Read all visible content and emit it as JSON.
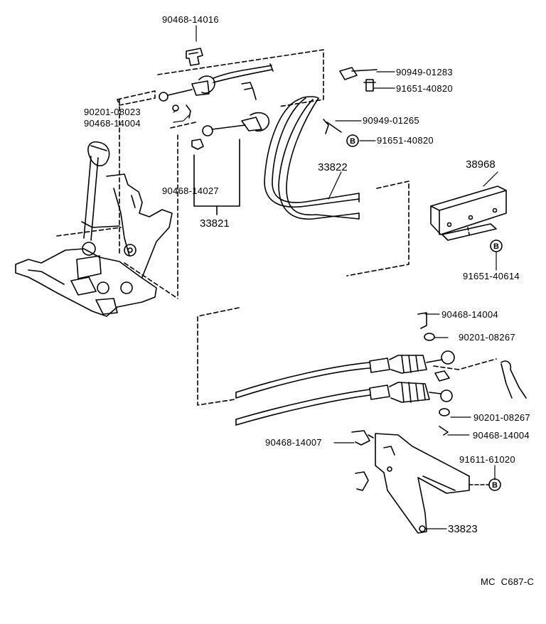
{
  "parts": {
    "p_90468_14016": "90468-14016",
    "p_90949_01283": "90949-01283",
    "p_91651_40820_a": "91651-40820",
    "p_90201_08023": "90201-08023",
    "p_90468_14004_a": "90468-14004",
    "p_90949_01265": "90949-01265",
    "p_91651_40820_b": "91651-40820",
    "p_33822": "33822",
    "p_38968": "38968",
    "p_90468_14027": "90468-14027",
    "p_33821": "33821",
    "p_91651_40614": "91651-40614",
    "p_90468_14004_b": "90468-14004",
    "p_90201_08267_a": "90201-08267",
    "p_90201_08267_b": "90201-08267",
    "p_90468_14004_c": "90468-14004",
    "p_90468_14007": "90468-14007",
    "p_91611_61020": "91611-61020",
    "p_33823": "33823"
  },
  "bolt_marker": "B",
  "diagram_code": "MC  C687-C"
}
